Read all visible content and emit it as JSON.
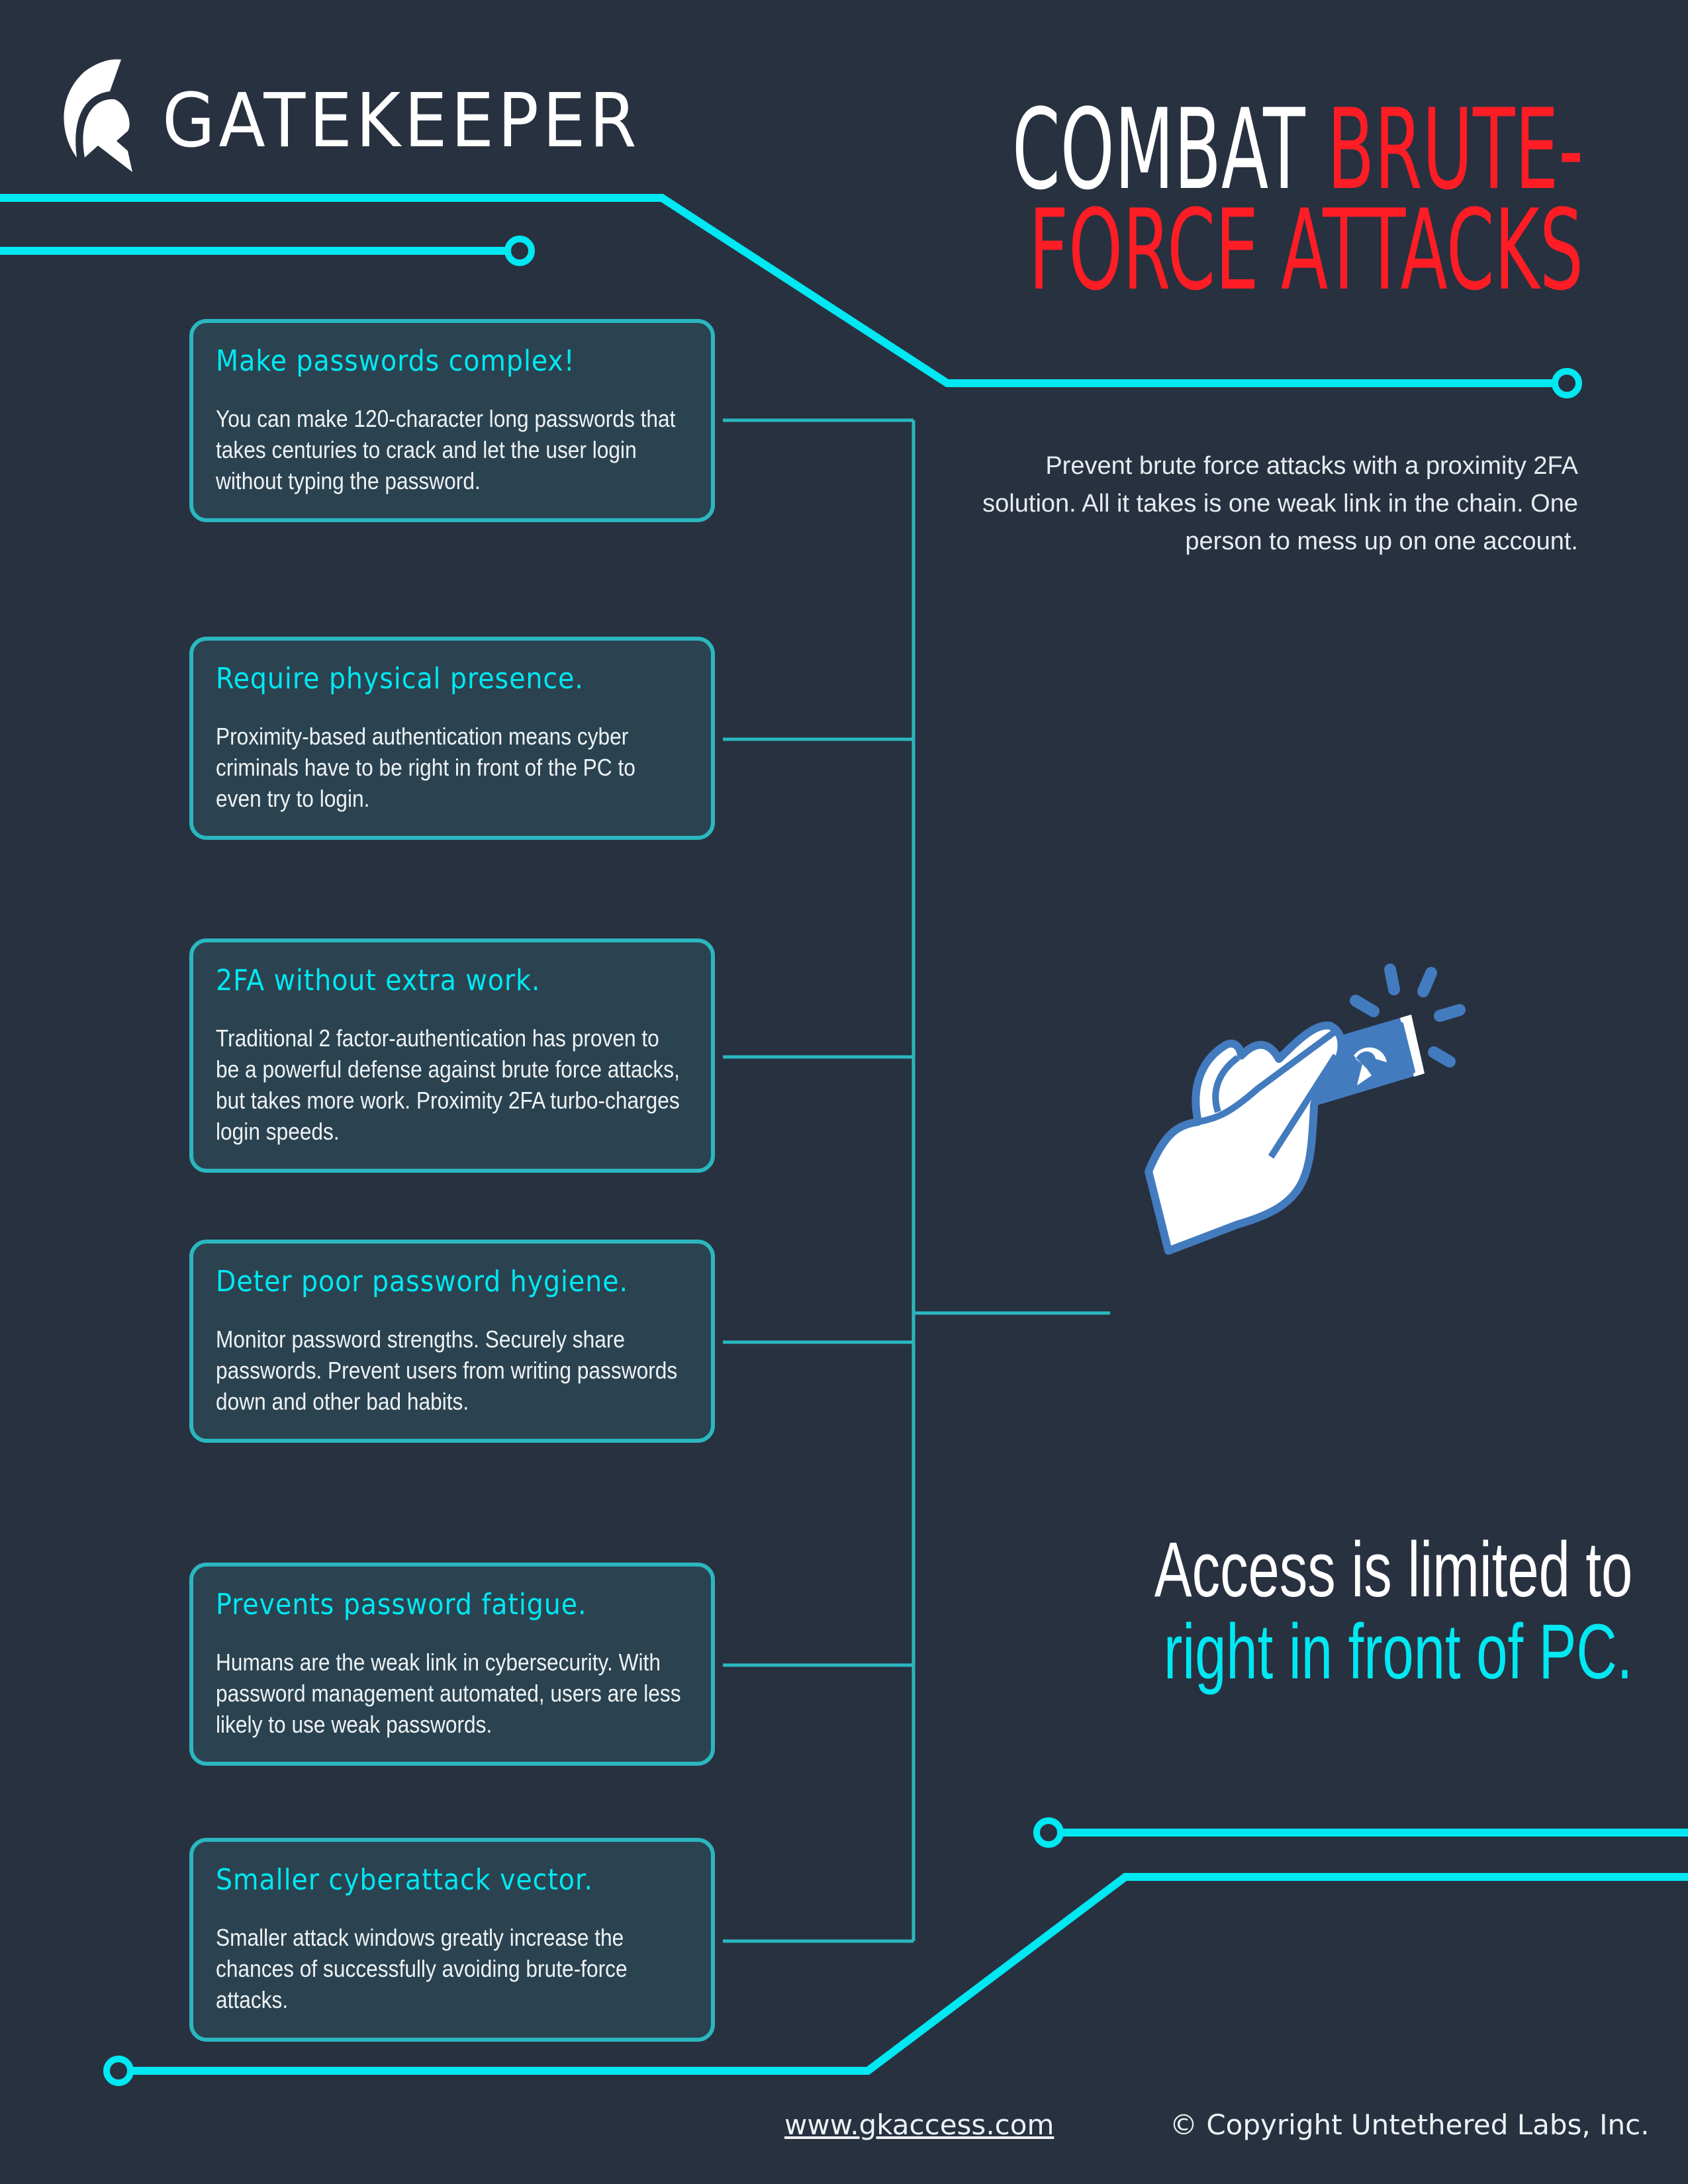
{
  "brand": {
    "name": "GATEKEEPER",
    "logo_icon": "spartan-helmet-icon"
  },
  "header": {
    "title_white": "COMBAT ",
    "title_red_1": "BRUTE-",
    "title_red_2": "FORCE ATTACKS"
  },
  "intro": {
    "lines": [
      "Prevent brute force attacks with a proximity 2FA",
      "solution. All it takes is one weak link in the chain. One",
      "person to mess up on one account."
    ]
  },
  "cards": [
    {
      "title": "Make passwords complex!",
      "body": "You can make 120-character long passwords that takes centuries to crack and let the user login without typing the password."
    },
    {
      "title": "Require physical presence.",
      "body": "Proximity-based authentication means cyber criminals have to be right in front of the PC to even try to login."
    },
    {
      "title": "2FA without extra work.",
      "body": "Traditional 2 factor-authentication has proven to be a powerful defense against brute force attacks, but takes more work. Proximity 2FA turbo-charges login speeds."
    },
    {
      "title": "Deter poor password hygiene.",
      "body": "Monitor password strengths. Securely share passwords. Prevent users from writing passwords down and other bad habits."
    },
    {
      "title": "Prevents password fatigue.",
      "body": "Humans are the weak link in cybersecurity. With password management automated, users are less likely to use weak passwords."
    },
    {
      "title": "Smaller cyberattack vector.",
      "body": "Smaller attack windows greatly increase the chances of successfully avoiding brute-force attacks."
    }
  ],
  "illustration": {
    "icon": "hand-holding-token-icon"
  },
  "callout": {
    "line1": "Access is limited to",
    "line2": "right in front of PC."
  },
  "footer": {
    "website": "www.gkaccess.com",
    "copyright": "© Copyright Untethered Labs, Inc."
  },
  "colors": {
    "background": "#283140",
    "accent_cyan": "#00e8f2",
    "accent_red": "#ff1d25",
    "card_border": "#2ab7c0",
    "card_fill": "#2b4350",
    "illustration_blue": "#437bbf"
  }
}
